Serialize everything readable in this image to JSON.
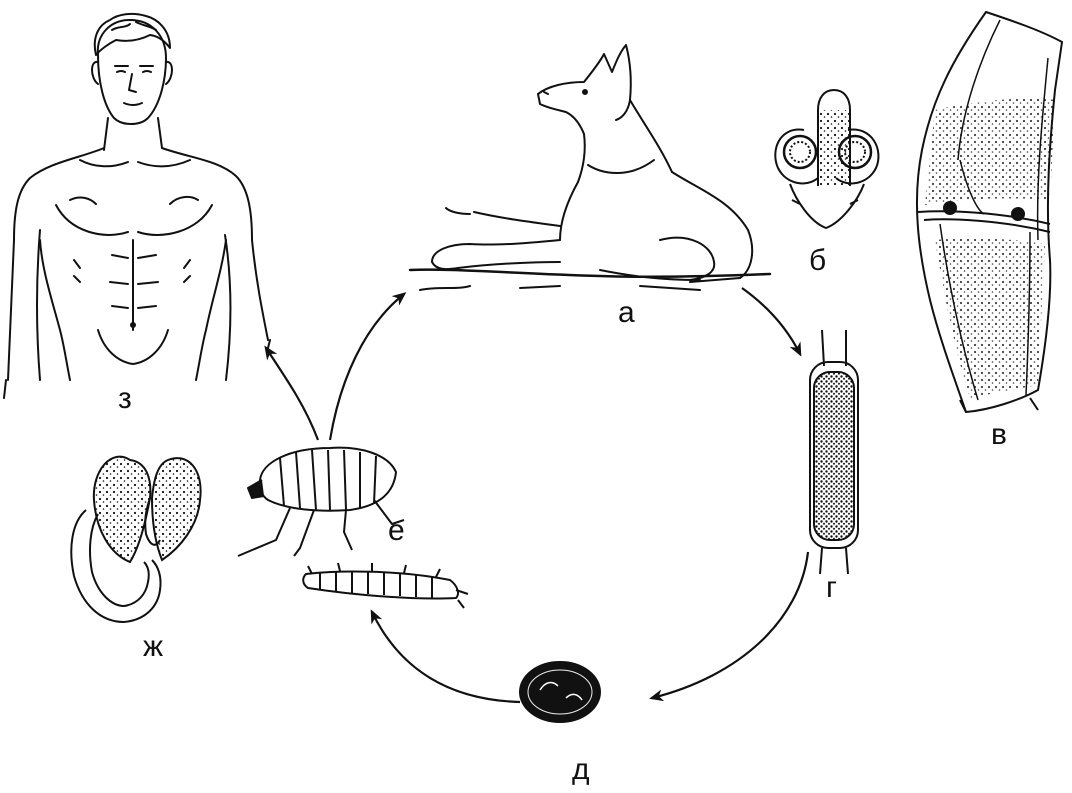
{
  "labels": {
    "a": "а",
    "b": "б",
    "v": "в",
    "g": "г",
    "d": "д",
    "e": "е",
    "zh": "ж",
    "z": "з"
  },
  "colors": {
    "ink": "#111111",
    "background": "#ffffff"
  }
}
